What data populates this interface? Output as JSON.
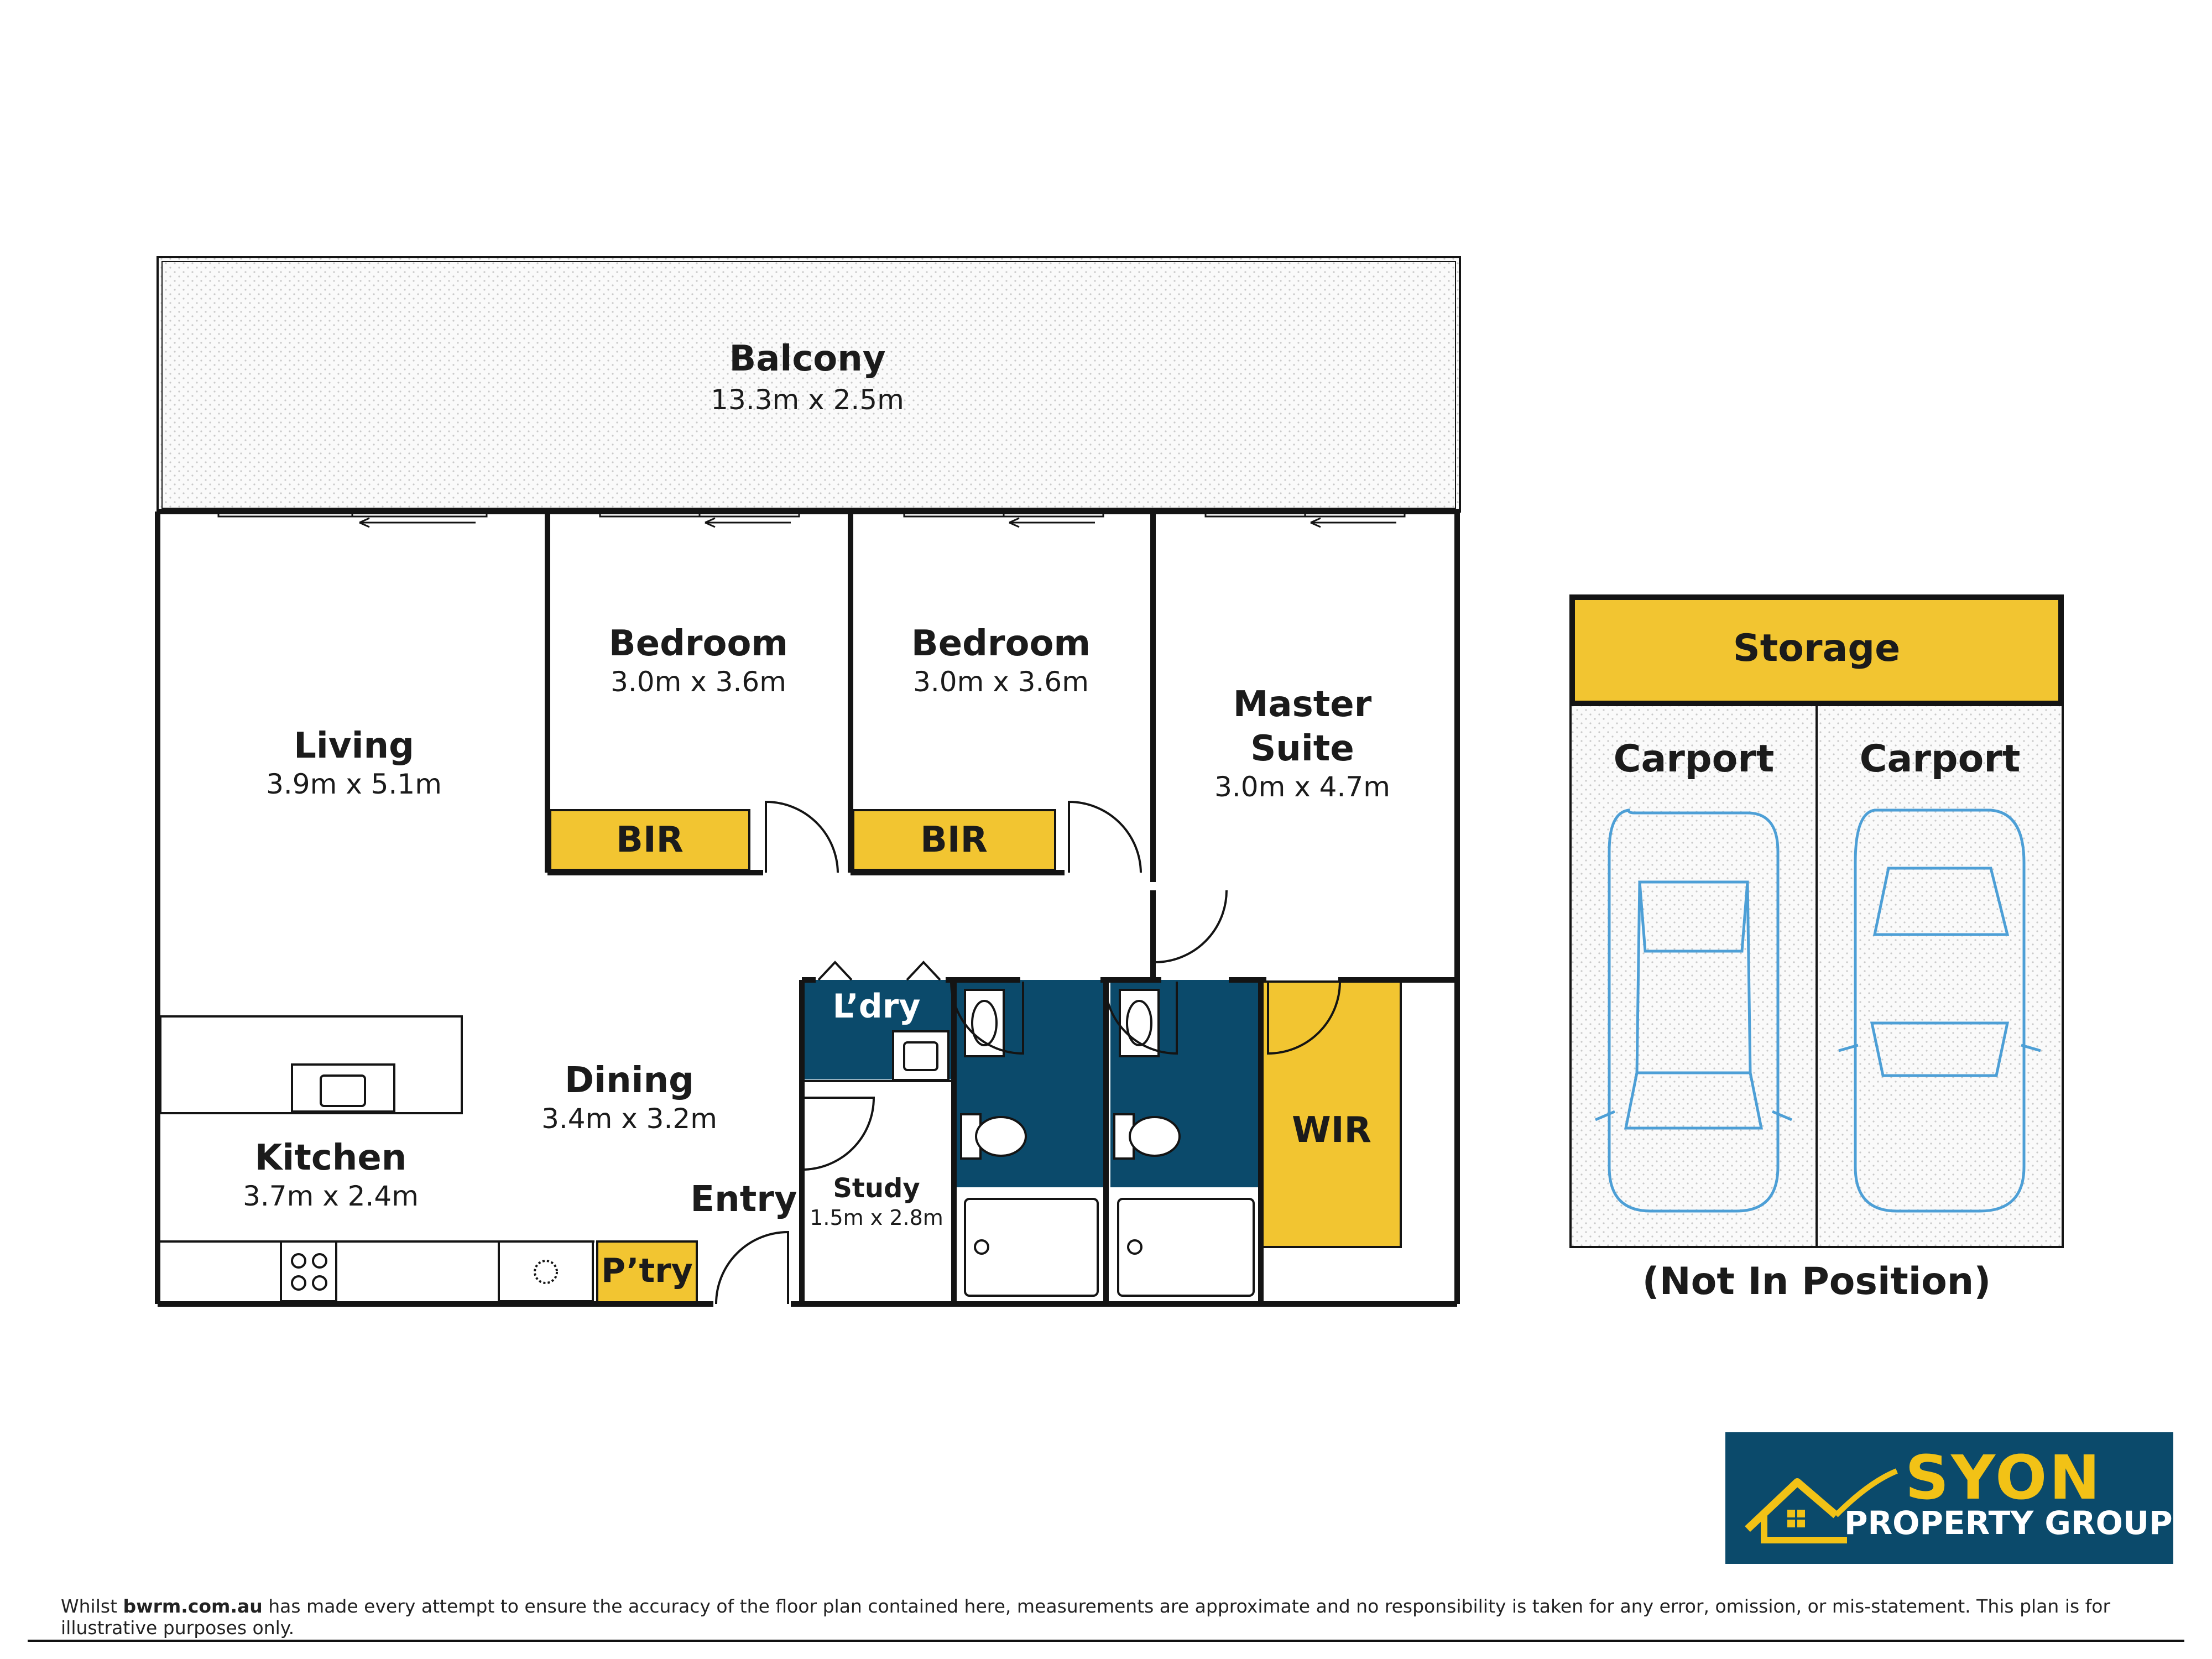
{
  "colors": {
    "wall": "#141414",
    "built_in": "#f2c531",
    "wet_area": "#0b4a6b",
    "balcony_fill": "#f6f6f6",
    "logo_bg": "#0b4a6b",
    "logo_accent": "#f2c216"
  },
  "rooms": {
    "balcony": {
      "name": "Balcony",
      "dims": "13.3m x 2.5m"
    },
    "bedroom1": {
      "name": "Bedroom",
      "dims": "3.0m x 3.6m"
    },
    "bedroom2": {
      "name": "Bedroom",
      "dims": "3.0m x 3.6m"
    },
    "master_line1": "Master",
    "master_line2": "Suite",
    "master_dims": "3.0m x 4.7m",
    "living": {
      "name": "Living",
      "dims": "3.9m x 5.1m"
    },
    "dining": {
      "name": "Dining",
      "dims": "3.4m x 3.2m"
    },
    "kitchen": {
      "name": "Kitchen",
      "dims": "3.7m x 2.4m"
    },
    "study": {
      "name": "Study",
      "dims": "1.5m x 2.8m"
    },
    "laundry": "L’dry",
    "bir1": "BIR",
    "bir2": "BIR",
    "wir": "WIR",
    "pantry": "P’try",
    "entry": "Entry"
  },
  "parking": {
    "storage": "Storage",
    "carport1": "Carport",
    "carport2": "Carport",
    "note": "(Not In Position)"
  },
  "logo": {
    "name": "SYON",
    "sub": "PROPERTY GROUP"
  },
  "disclaimer": {
    "prefix": "Whilst ",
    "site": "bwrm.com.au",
    "text": " has made every attempt to ensure the accuracy of the floor plan contained here, measurements are approximate and no responsibility is taken for any error, omission, or mis-statement. This plan is for illustrative purposes only."
  }
}
